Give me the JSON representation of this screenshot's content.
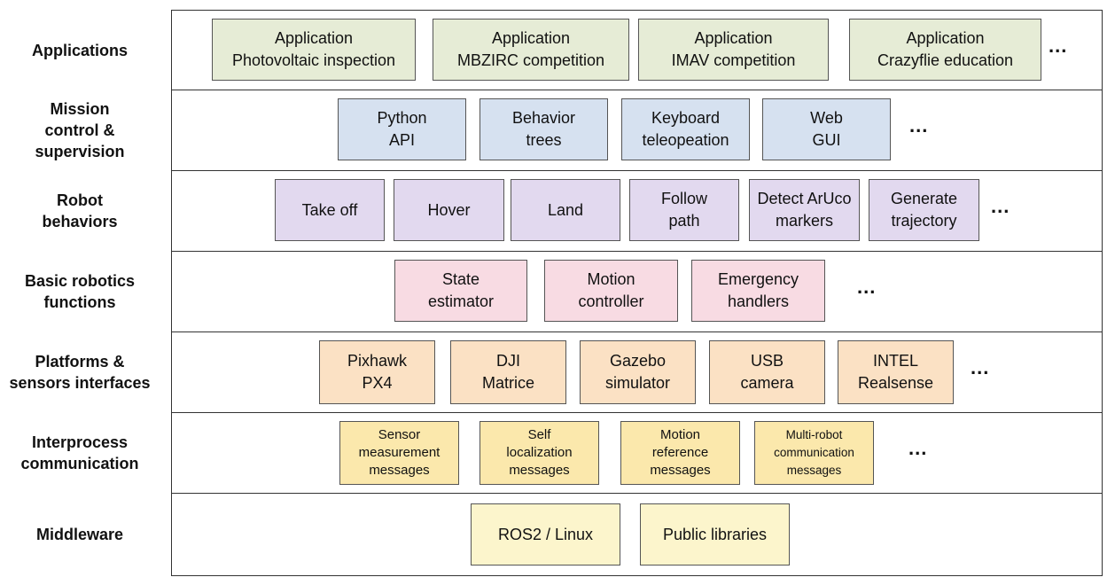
{
  "layers": [
    {
      "label": "Applications",
      "boxes": [
        "Application\nPhotovoltaic inspection",
        "Application\nMBZIRC competition",
        "Application\nIMAV competition",
        "Application\nCrazyflie education"
      ],
      "more": "...",
      "color": "#e6ecd6"
    },
    {
      "label": "Mission\ncontrol &\nsupervision",
      "boxes": [
        "Python\nAPI",
        "Behavior\ntrees",
        "Keyboard\nteleopeation",
        "Web\nGUI"
      ],
      "more": "...",
      "color": "#d6e1f0"
    },
    {
      "label": "Robot\nbehaviors",
      "boxes": [
        "Take off",
        "Hover",
        "Land",
        "Follow\npath",
        "Detect ArUco\nmarkers",
        "Generate\ntrajectory"
      ],
      "more": "...",
      "color": "#e2d9ef"
    },
    {
      "label": "Basic robotics\nfunctions",
      "boxes": [
        "State\nestimator",
        "Motion\ncontroller",
        "Emergency\nhandlers"
      ],
      "more": "...",
      "color": "#f8dbe3"
    },
    {
      "label": "Platforms &\nsensors interfaces",
      "boxes": [
        "Pixhawk\nPX4",
        "DJI\nMatrice",
        "Gazebo\nsimulator",
        "USB\ncamera",
        "INTEL\nRealsense"
      ],
      "more": "...",
      "color": "#fbe1c4"
    },
    {
      "label": "Interprocess\ncommunication",
      "boxes": [
        "Sensor\nmeasurement\nmessages",
        "Self\nlocalization\nmessages",
        "Motion\nreference\nmessages",
        "Multi-robot\ncommunication\nmessages"
      ],
      "more": "...",
      "color": "#fbe8ac"
    },
    {
      "label": "Middleware",
      "boxes": [
        "ROS2 / Linux",
        "Public libraries"
      ],
      "more": "",
      "color": "#fcf5cc"
    }
  ]
}
